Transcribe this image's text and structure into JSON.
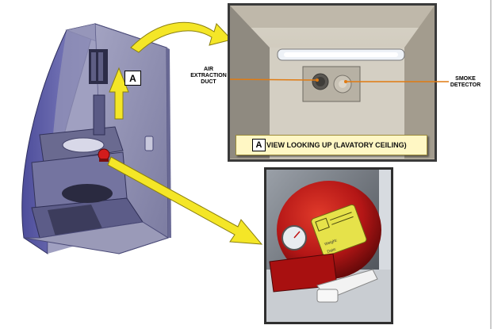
{
  "callouts": {
    "air_extraction": "AIR\nEXTRACTION\nDUCT",
    "smoke_detector": "SMOKE\nDETECTOR"
  },
  "view_badge": "A",
  "view_caption": "VIEW LOOKING UP (LAVATORY CEILING)",
  "extinguisher_label": {
    "line1": "Weight:",
    "line2": "Date:"
  },
  "colors": {
    "arrow_yellow": "#f4e627",
    "leader_orange": "#e07b12",
    "cabinet_blue": "#6f6fb0",
    "extinguisher_red": "#b41616",
    "label_yellow": "#e6e24a"
  }
}
